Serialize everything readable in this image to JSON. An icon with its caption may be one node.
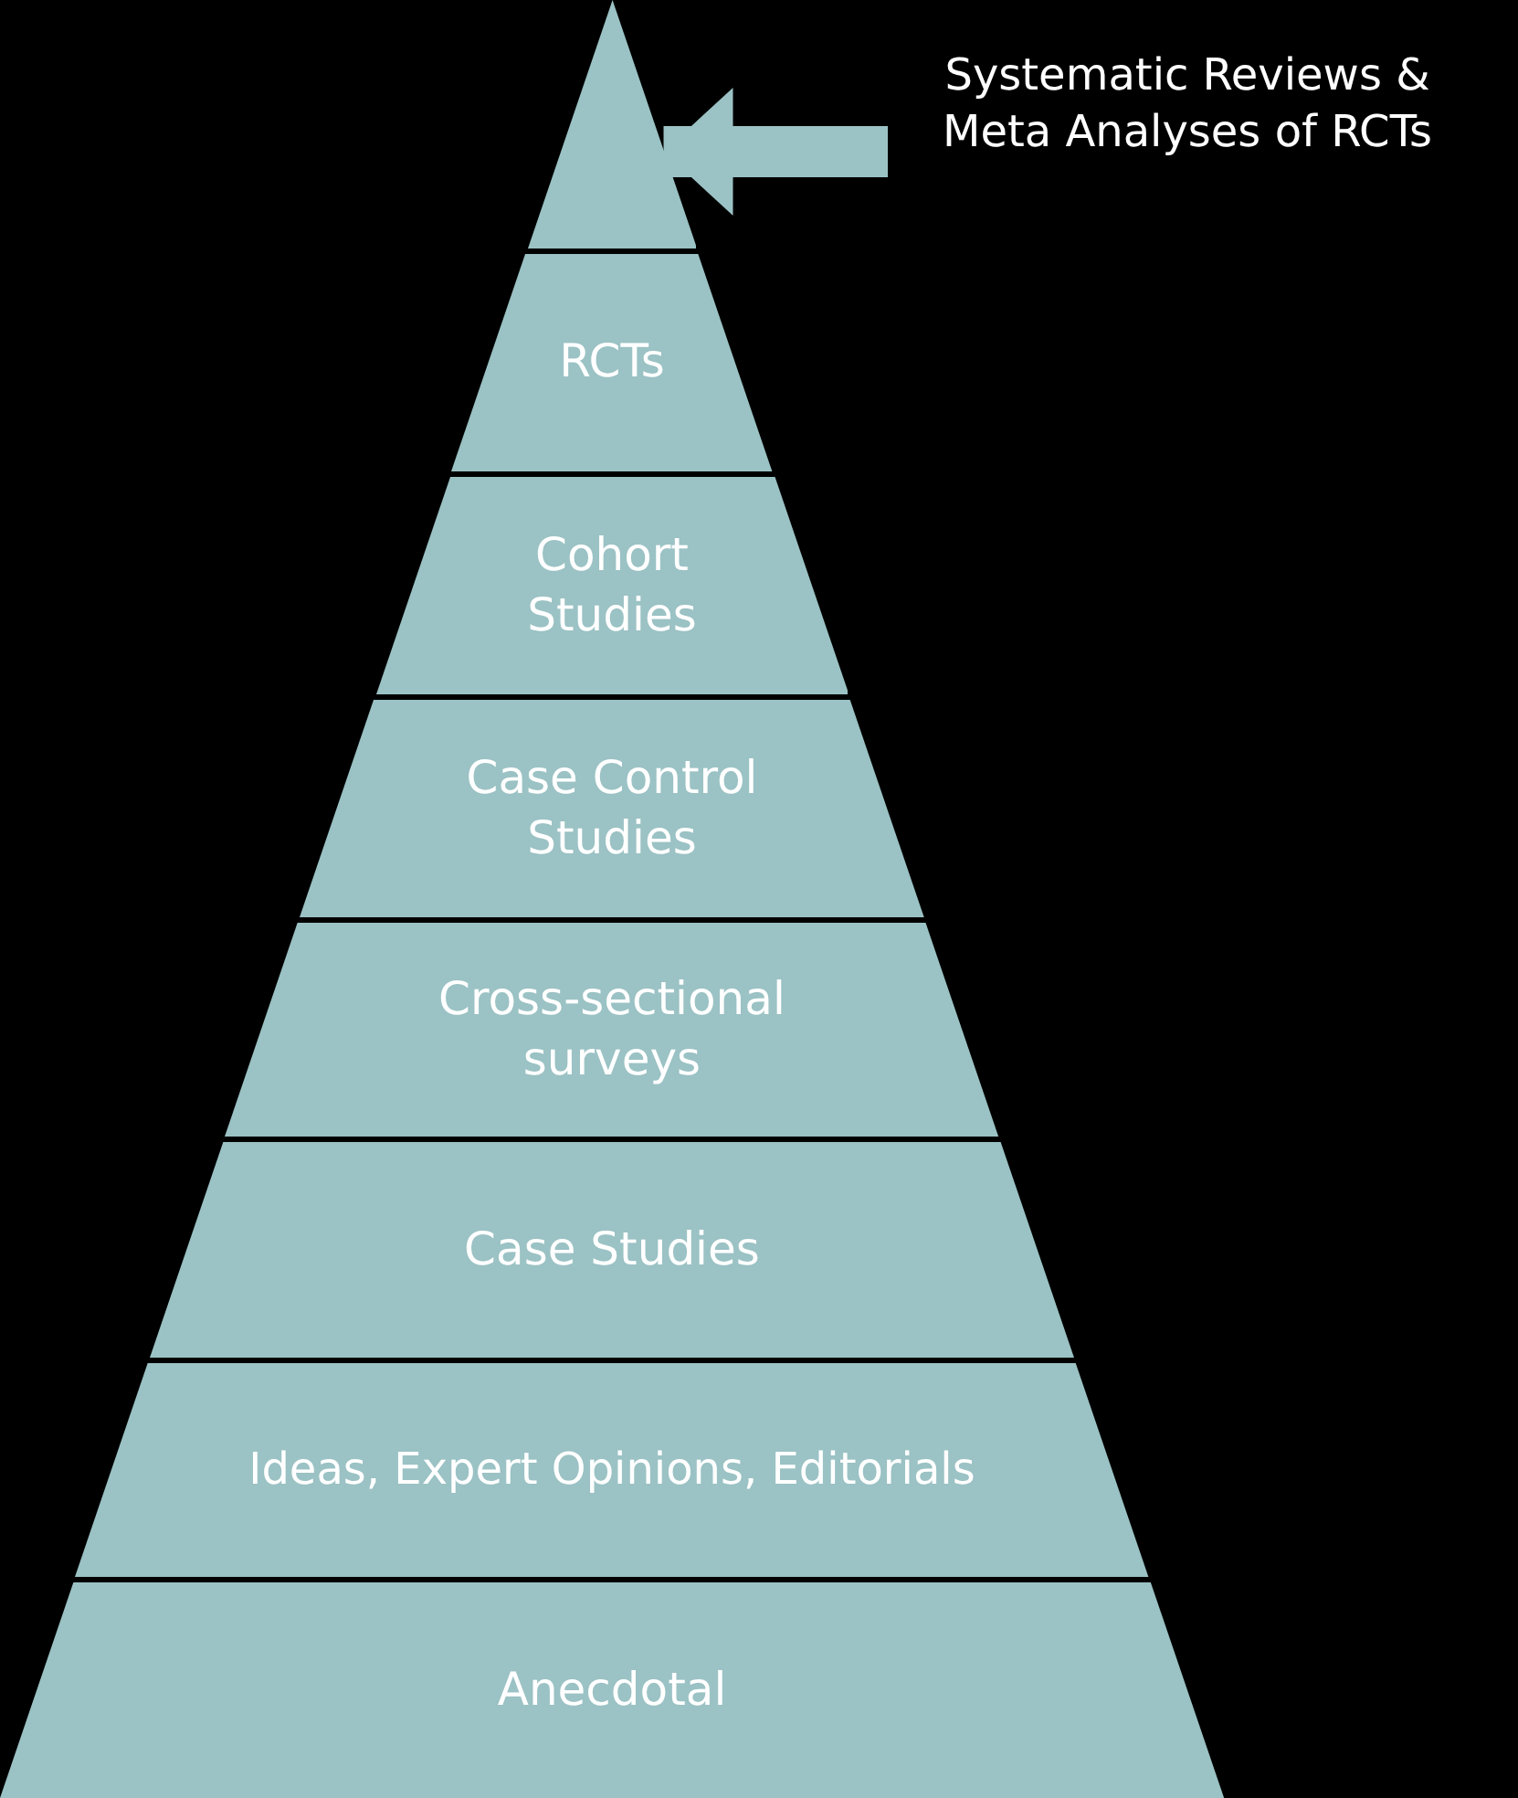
{
  "diagram": {
    "nodes": [
      {
        "text": [],
        "shape": "triangle"
      },
      {
        "text": [
          "Systematic Reviews & Meta Analyses of RCTs"
        ]
      },
      {
        "text": [
          "RCTs"
        ]
      },
      {
        "text": [
          "Cohort Studies"
        ]
      },
      {
        "text": [
          "Case Control Studies"
        ]
      },
      {
        "text": [
          "Cross-sectional surveys"
        ]
      },
      {
        "text": [
          "Case Studies"
        ]
      },
      {
        "text": [
          "Ideas, Expert Opinions, Editorials"
        ]
      },
      {
        "text": [
          "Anecdotal"
        ]
      }
    ],
    "edges": [
      {
        "from": 1,
        "to": 0,
        "arrow": "to"
      }
    ]
  }
}
